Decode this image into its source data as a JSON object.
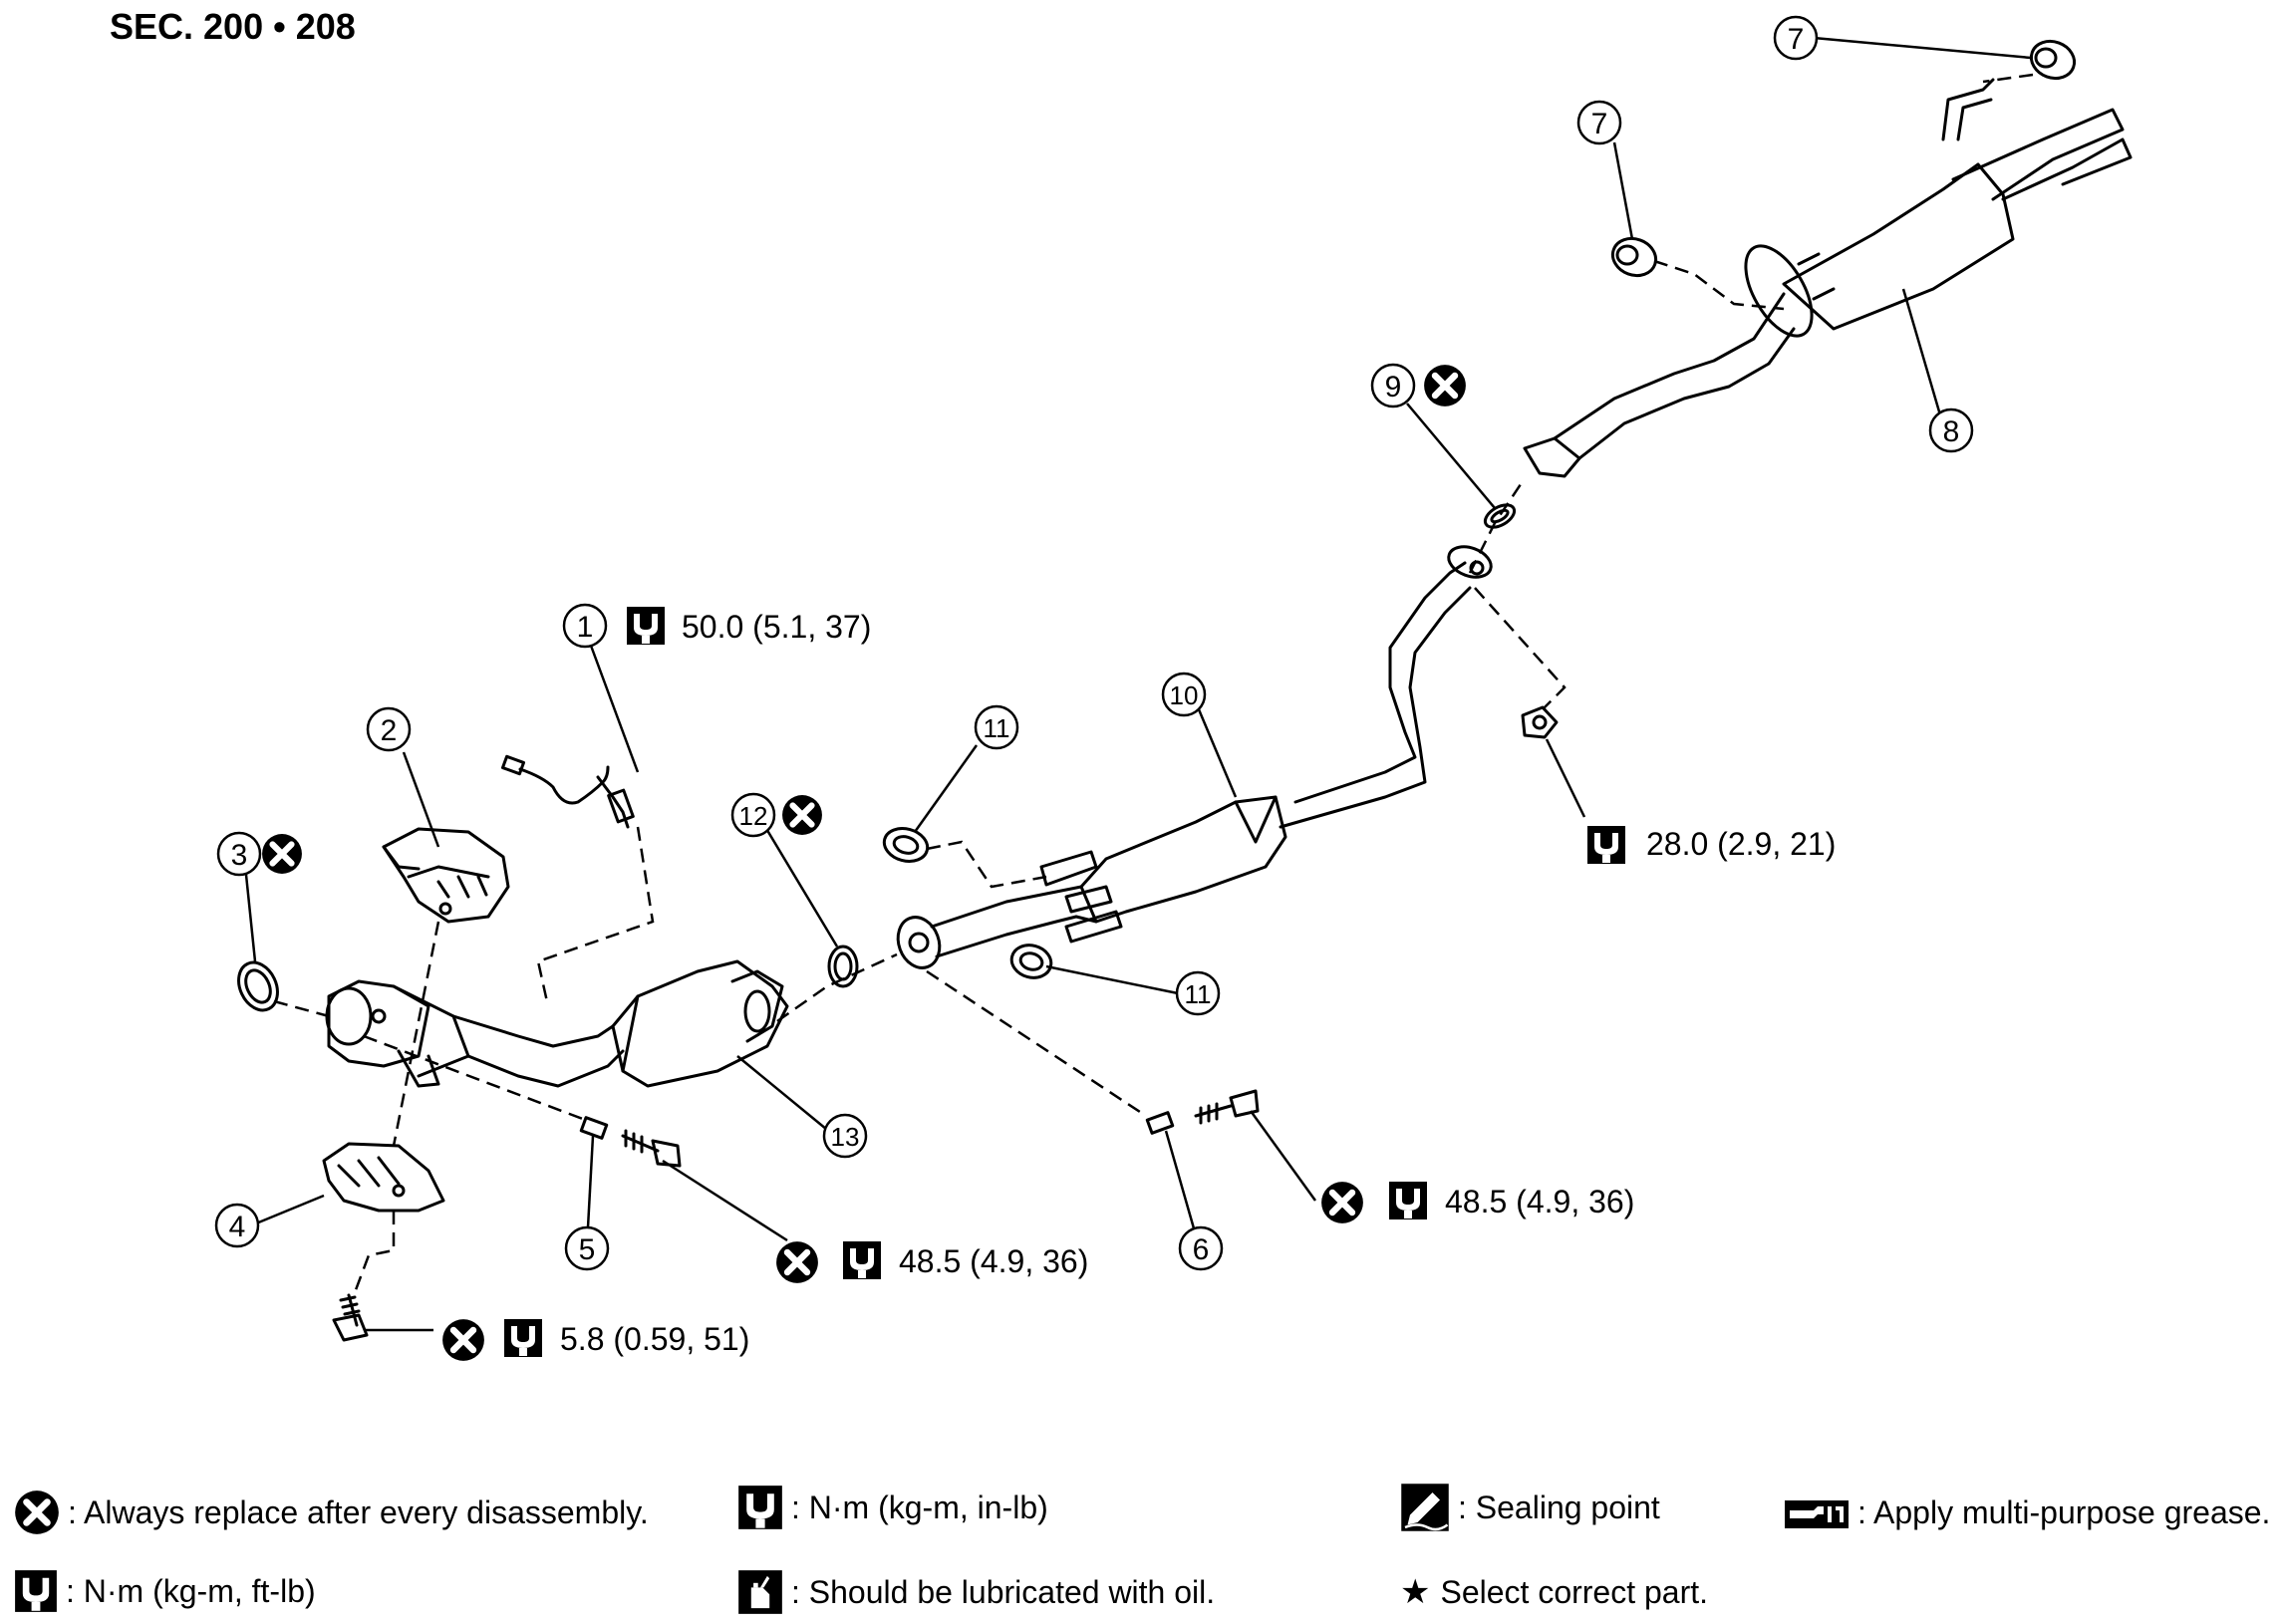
{
  "header": {
    "section": "SEC. 200 • 208"
  },
  "callouts": [
    {
      "id": "1",
      "text": "1",
      "torque": "50.0 (5.1, 37)",
      "replace": false
    },
    {
      "id": "2",
      "text": "2"
    },
    {
      "id": "3",
      "text": "3",
      "replace": true
    },
    {
      "id": "4",
      "text": "4"
    },
    {
      "id": "5",
      "text": "5"
    },
    {
      "id": "6",
      "text": "6"
    },
    {
      "id": "7a",
      "text": "7"
    },
    {
      "id": "7b",
      "text": "7"
    },
    {
      "id": "8",
      "text": "8"
    },
    {
      "id": "9",
      "text": "9",
      "replace": true
    },
    {
      "id": "10",
      "text": "10"
    },
    {
      "id": "11a",
      "text": "11"
    },
    {
      "id": "11b",
      "text": "11"
    },
    {
      "id": "12",
      "text": "12",
      "replace": true
    },
    {
      "id": "13",
      "text": "13"
    }
  ],
  "torques": {
    "t1": "50.0 (5.1, 37)",
    "t_nut": "28.0 (2.9, 21)",
    "t_bolt_center": "48.5 (4.9, 36)",
    "t_bolt_right": "48.5 (4.9, 36)",
    "t_small": "5.8 (0.59, 51)"
  },
  "legend": {
    "replace": ": Always replace after every disassembly.",
    "nm_inlb": ": N·m (kg-m, in-lb)",
    "sealing": ": Sealing point",
    "grease": ": Apply multi-purpose grease.",
    "nm_ftlb": ": N·m (kg-m, ft-lb)",
    "oil": ": Should be lubricated with oil.",
    "select": "Select correct part."
  },
  "icons": {
    "replace": "x-circle-icon",
    "torque": "wrench-icon",
    "sealing": "sealing-point-icon",
    "grease": "grease-icon",
    "oil": "oil-can-icon",
    "star": "star-icon"
  }
}
